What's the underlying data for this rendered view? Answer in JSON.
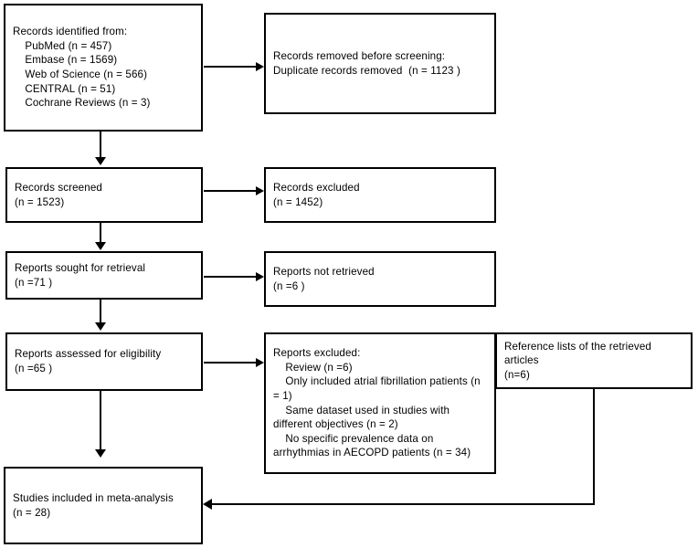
{
  "diagram": {
    "type": "prisma-flow-diagram",
    "boxes": {
      "identified": {
        "title": "Records identified from:",
        "sources": [
          "PubMed (n = 457)",
          "Embase (n = 1569)",
          "Web of Science (n = 566)",
          "CENTRAL (n = 51)",
          "Cochrane Reviews (n = 3)"
        ],
        "text": "Records identified from:\n    PubMed (n = 457)\n    Embase (n = 1569)\n    Web of Science (n = 566)\n    CENTRAL (n = 51)\n    Cochrane Reviews (n = 3)"
      },
      "removed_before_screening": {
        "text": "Records removed before screening:\nDuplicate records removed  (n = 1123 )"
      },
      "screened": {
        "text": "Records screened\n(n = 1523)"
      },
      "records_excluded": {
        "text": "Records excluded\n(n = 1452)"
      },
      "sought_for_retrieval": {
        "text": "Reports sought for retrieval\n(n =71 )"
      },
      "not_retrieved": {
        "text": "Reports not retrieved\n(n =6 )"
      },
      "assessed_for_eligibility": {
        "text": "Reports assessed for eligibility\n(n =65 )"
      },
      "reports_excluded": {
        "title": "Reports excluded:",
        "reasons": [
          "Review (n =6)",
          "Only included atrial fibrillation patients (n = 1)",
          "Same dataset used in studies with different objectives (n = 2)",
          "No specific prevalence data on arrhythmias in AECOPD patients (n = 34)"
        ],
        "text": "Reports excluded:\n    Review (n =6)\n    Only included atrial fibrillation patients (n = 1)\n    Same dataset used in studies with different objectives (n = 2)\n    No specific prevalence data on arrhythmias in AECOPD patients (n = 34)"
      },
      "reference_lists": {
        "text": "Reference lists of the retrieved articles\n(n=6)"
      },
      "included": {
        "text": "Studies included in meta-analysis\n(n = 28)"
      }
    },
    "counts": {
      "pubmed": 457,
      "embase": 1569,
      "web_of_science": 566,
      "central": 51,
      "cochrane_reviews": 3,
      "duplicates_removed": 1123,
      "screened": 1523,
      "records_excluded": 1452,
      "sought_for_retrieval": 71,
      "not_retrieved": 6,
      "assessed_for_eligibility": 65,
      "excluded_review": 6,
      "excluded_atrial_fibrillation": 1,
      "excluded_same_dataset": 2,
      "excluded_no_prevalence_data": 34,
      "reference_lists": 6,
      "included_in_meta_analysis": 28
    },
    "colors": {
      "border": "#000000",
      "text": "#000000",
      "background": "#ffffff"
    }
  }
}
